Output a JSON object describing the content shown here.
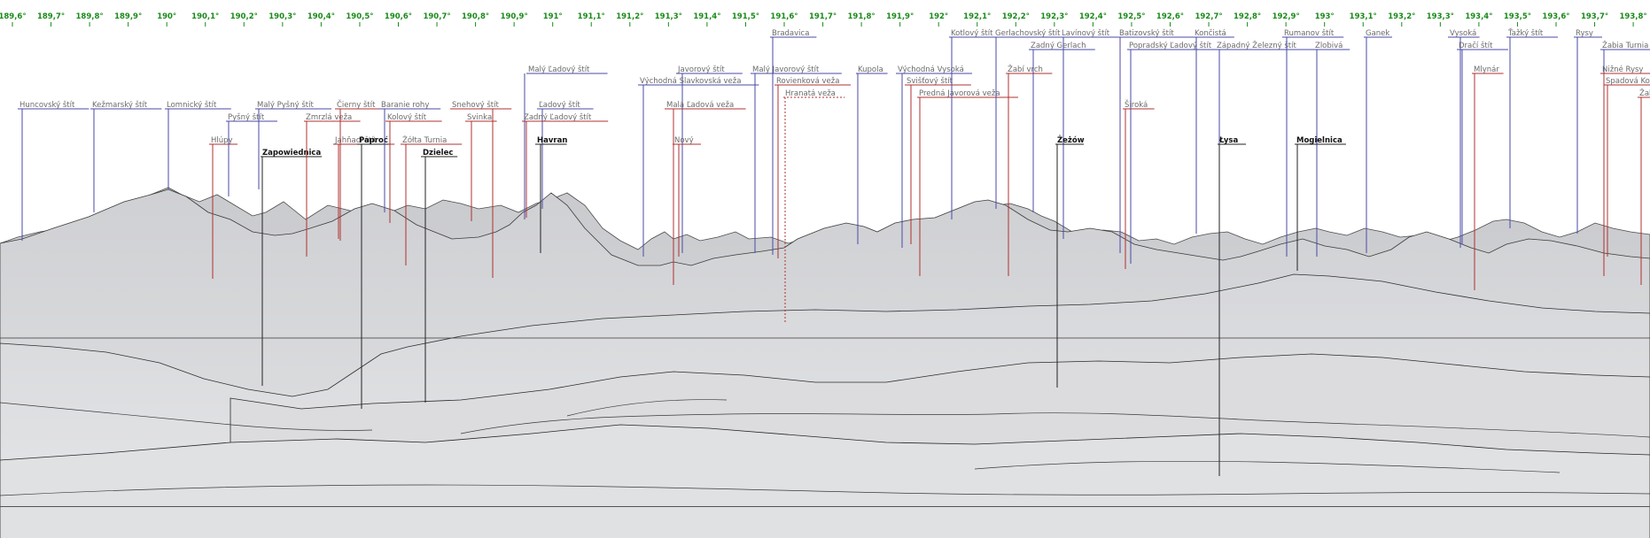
{
  "colors": {
    "background": "#ffffff",
    "axis_text": "#1a8a1a",
    "axis_tick": "#1a8a1a",
    "leader_blue": "#4a4aa8",
    "leader_red": "#b03030",
    "leader_black": "#222222",
    "terrain_light": "#d4d5d8",
    "terrain_dark": "#bdbec2",
    "ridge_line": "#3a3a3a"
  },
  "axis": {
    "ticks": [
      "189,6°",
      "189,7°",
      "189,8°",
      "189,9°",
      "190°",
      "190,1°",
      "190,2°",
      "190,3°",
      "190,4°",
      "190,5°",
      "190,6°",
      "190,7°",
      "190,8°",
      "190,9°",
      "191°",
      "191,1°",
      "191,2°",
      "191,3°",
      "191,4°",
      "191,5°",
      "191,6°",
      "191,7°",
      "191,8°",
      "191,9°",
      "192°",
      "192,1°",
      "192,2°",
      "192,3°",
      "192,4°",
      "192,5°",
      "192,6°",
      "192,7°",
      "192,8°",
      "192,9°",
      "193°",
      "193,1°",
      "193,2°",
      "193,3°",
      "193,4°",
      "193,5°",
      "193,6°",
      "193,7°",
      "193,8°"
    ]
  },
  "peaks": [
    {
      "name": "Huncovský štít",
      "color": "blue",
      "dashed": false
    },
    {
      "name": "Kežmarský štít",
      "color": "blue",
      "dashed": false
    },
    {
      "name": "Lomnický štít",
      "color": "blue",
      "dashed": false
    },
    {
      "name": "Hlúpy",
      "color": "red",
      "dashed": false
    },
    {
      "name": "Pyšný štít",
      "color": "blue",
      "dashed": false
    },
    {
      "name": "Malý Pyšný štít",
      "color": "blue",
      "dashed": false
    },
    {
      "name": "Zapowiednica",
      "color": "black",
      "dashed": false
    },
    {
      "name": "Zmrzlá veža",
      "color": "red",
      "dashed": false
    },
    {
      "name": "Jahňací štít",
      "color": "red",
      "dashed": false
    },
    {
      "name": "Čierny štít",
      "color": "red",
      "dashed": false
    },
    {
      "name": "Paproć",
      "color": "black",
      "dashed": false
    },
    {
      "name": "Baranie rohy",
      "color": "blue",
      "dashed": false
    },
    {
      "name": "Kolový štít",
      "color": "red",
      "dashed": false
    },
    {
      "name": "Żółta Turnia",
      "color": "red",
      "dashed": false
    },
    {
      "name": "Dzielec",
      "color": "black",
      "dashed": false
    },
    {
      "name": "Snehový štít",
      "color": "red",
      "dashed": false
    },
    {
      "name": "Svinka",
      "color": "red",
      "dashed": false
    },
    {
      "name": "Malý Ľadový štít",
      "color": "blue",
      "dashed": false
    },
    {
      "name": "Ľadový štít",
      "color": "blue",
      "dashed": false
    },
    {
      "name": "Zadný Ľadový štít",
      "color": "red",
      "dashed": false
    },
    {
      "name": "Havran",
      "color": "black",
      "dashed": false
    },
    {
      "name": "Javorový štít",
      "color": "blue",
      "dashed": false
    },
    {
      "name": "Východná Slavkovská veža",
      "color": "blue",
      "dashed": false
    },
    {
      "name": "Malá Ľadová veža",
      "color": "red",
      "dashed": false
    },
    {
      "name": "Nový",
      "color": "red",
      "dashed": false
    },
    {
      "name": "Bradavica",
      "color": "blue",
      "dashed": false
    },
    {
      "name": "Malý Javorový štít",
      "color": "blue",
      "dashed": false
    },
    {
      "name": "Rovienková veža",
      "color": "red",
      "dashed": false
    },
    {
      "name": "Hranatá veža",
      "color": "red",
      "dashed": true
    },
    {
      "name": "Kupola",
      "color": "blue",
      "dashed": false
    },
    {
      "name": "Východná Vysoká",
      "color": "blue",
      "dashed": false
    },
    {
      "name": "Svišťový štít",
      "color": "red",
      "dashed": false
    },
    {
      "name": "Predná Javorová veža",
      "color": "red",
      "dashed": false
    },
    {
      "name": "Kotlový štít",
      "color": "blue",
      "dashed": false
    },
    {
      "name": "Gerlachovský štít",
      "color": "blue",
      "dashed": false
    },
    {
      "name": "Žabí vrch",
      "color": "red",
      "dashed": false
    },
    {
      "name": "Zadný Gerlach",
      "color": "blue",
      "dashed": false
    },
    {
      "name": "Lavínový štít",
      "color": "blue",
      "dashed": false
    },
    {
      "name": "Żeżów",
      "color": "black",
      "dashed": false
    },
    {
      "name": "Batizovský štít",
      "color": "blue",
      "dashed": false
    },
    {
      "name": "Popradský Ľadový štít",
      "color": "blue",
      "dashed": false
    },
    {
      "name": "Široká",
      "color": "red",
      "dashed": false
    },
    {
      "name": "Končistá",
      "color": "blue",
      "dashed": false
    },
    {
      "name": "Západný Železný štít",
      "color": "blue",
      "dashed": false
    },
    {
      "name": "Łysa",
      "color": "black",
      "dashed": false
    },
    {
      "name": "Rumanov štít",
      "color": "blue",
      "dashed": false
    },
    {
      "name": "Zlobivá",
      "color": "blue",
      "dashed": false
    },
    {
      "name": "Mogielnica",
      "color": "black",
      "dashed": false
    },
    {
      "name": "Ganek",
      "color": "blue",
      "dashed": false
    },
    {
      "name": "Vysoká",
      "color": "blue",
      "dashed": false
    },
    {
      "name": "Dračí štít",
      "color": "blue",
      "dashed": false
    },
    {
      "name": "Mlynár",
      "color": "red",
      "dashed": false
    },
    {
      "name": "Ťažký štít",
      "color": "blue",
      "dashed": false
    },
    {
      "name": "Rysy",
      "color": "blue",
      "dashed": false
    },
    {
      "name": "Žabia Turnia Mięguszowiecka",
      "color": "blue",
      "dashed": false
    },
    {
      "name": "Nižné Rysy",
      "color": "red",
      "dashed": false
    },
    {
      "name": "Spadová Kopa",
      "color": "red",
      "dashed": false
    },
    {
      "name": "Žabí Mních",
      "color": "red",
      "dashed": false
    }
  ]
}
